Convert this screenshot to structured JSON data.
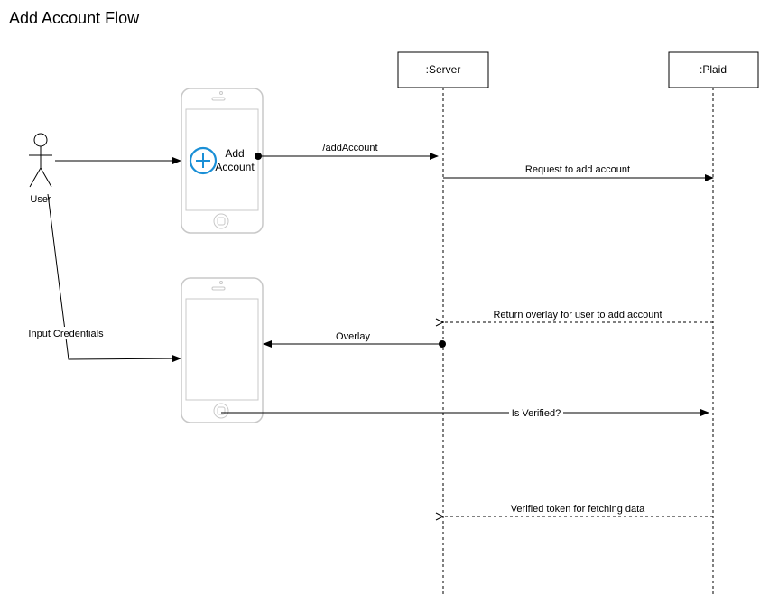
{
  "title": "Add Account Flow",
  "actors": {
    "user": "User",
    "server": ":Server",
    "plaid": ":Plaid"
  },
  "phone_button": {
    "label_line1": "Add",
    "label_line2": "Account",
    "icon": "plus-circle-icon",
    "color": "#1a8fd6"
  },
  "messages": {
    "add_account": "/addAccount",
    "request_add": "Request to add account",
    "input_credentials": "Input Credentials",
    "return_overlay": "Return overlay for user to add account",
    "overlay": "Overlay",
    "is_verified": "Is Verified?",
    "verified_token": "Verified token for fetching data"
  }
}
